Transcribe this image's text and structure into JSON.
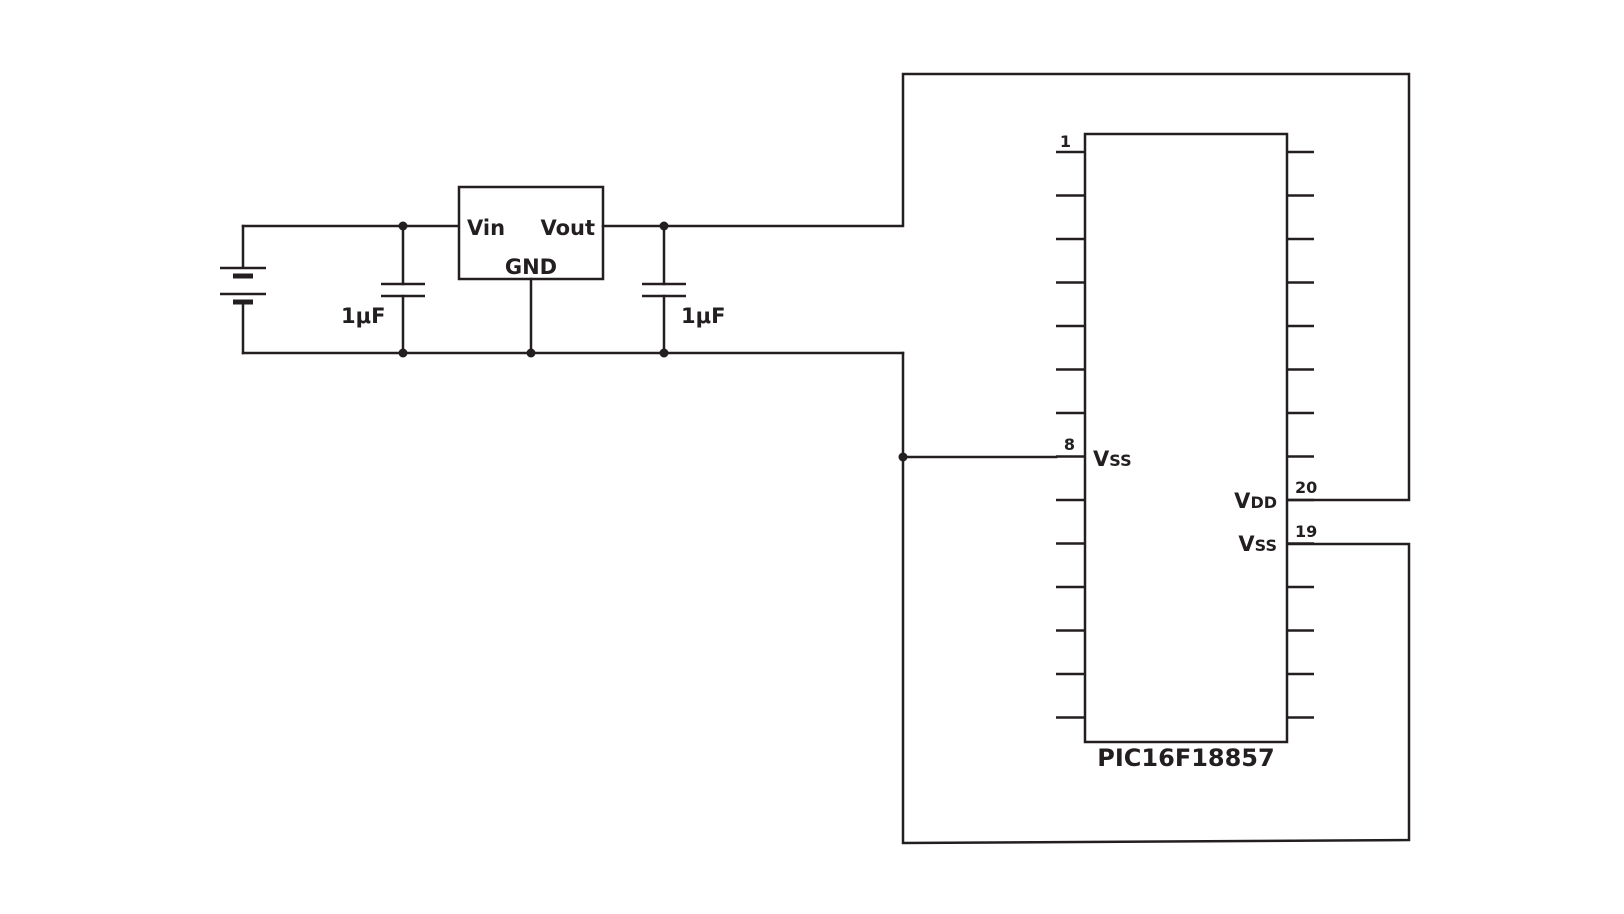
{
  "regulator": {
    "vin": "Vin",
    "vout": "Vout",
    "gnd": "GND"
  },
  "capacitors": {
    "input_value": "1μF",
    "output_value": "1μF"
  },
  "chip": {
    "name": "PIC16F18857",
    "pin1_number": "1",
    "pin8_number": "8",
    "pin8_label_main": "V",
    "pin8_label_sub": "SS",
    "pin20_number": "20",
    "pin20_label_main": "V",
    "pin20_label_sub": "DD",
    "pin19_number": "19",
    "pin19_label_main": "V",
    "pin19_label_sub": "SS"
  },
  "colors": {
    "ink": "#231f20",
    "background": "#ffffff"
  }
}
